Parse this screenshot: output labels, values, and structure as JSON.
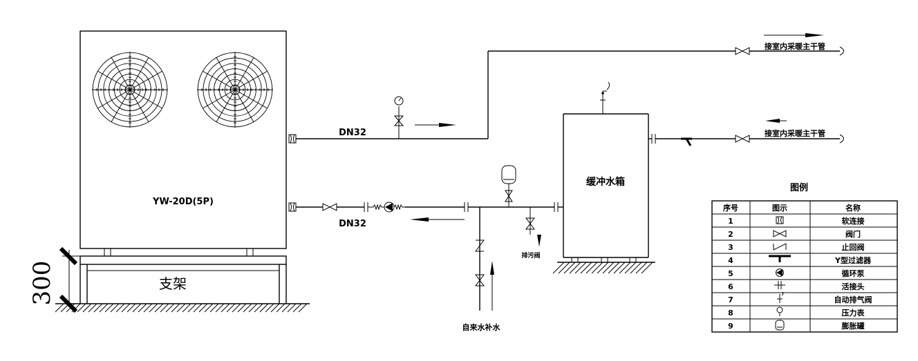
{
  "unit": {
    "model": "YW-20D(5P)",
    "stand_label": "支架",
    "stand_height": "300"
  },
  "pipes": {
    "supply_size": "DN32",
    "return_size": "DN32"
  },
  "tank": {
    "label": "缓冲水箱"
  },
  "labels": {
    "indoor_supply": "接室内采暖主干管",
    "indoor_return": "接室内采暖主干管",
    "makeup_water": "自来水补水",
    "drain_valve": "排污阀"
  },
  "legend": {
    "title": "图例",
    "headers": [
      "序号",
      "图示",
      "名称"
    ],
    "rows": [
      {
        "no": "1",
        "name": "软连接",
        "icon": "flex-joint-icon"
      },
      {
        "no": "2",
        "name": "阀门",
        "icon": "gate-valve-icon"
      },
      {
        "no": "3",
        "name": "止回阀",
        "icon": "check-valve-icon"
      },
      {
        "no": "4",
        "name": "Y型过滤器",
        "icon": "y-strainer-icon"
      },
      {
        "no": "5",
        "name": "循环泵",
        "icon": "pump-icon"
      },
      {
        "no": "6",
        "name": "活接头",
        "icon": "union-icon"
      },
      {
        "no": "7",
        "name": "自动排气阀",
        "icon": "air-vent-icon"
      },
      {
        "no": "8",
        "name": "压力表",
        "icon": "pressure-gauge-icon"
      },
      {
        "no": "9",
        "name": "膨胀罐",
        "icon": "expansion-tank-icon"
      }
    ]
  }
}
